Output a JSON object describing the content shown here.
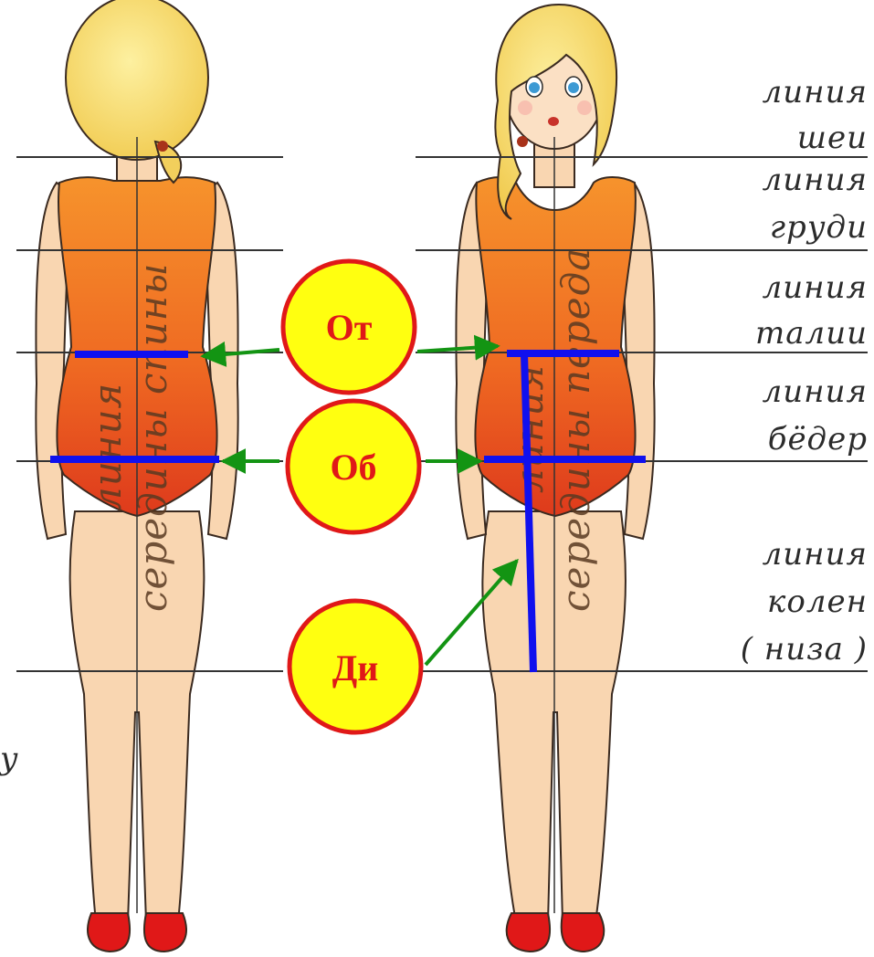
{
  "labels": {
    "neck_1": "линия",
    "neck_2": "шеи",
    "chest_1": "линия",
    "chest_2": "груди",
    "waist_1": "линия",
    "waist_2": "талии",
    "hips_1": "линия",
    "hips_2": "бёдер",
    "knees_1": "линия",
    "knees_2": "колен",
    "knees_3": "( низа )"
  },
  "vertical_labels": {
    "back_line": "линия",
    "back_center": "середины спины",
    "front_line": "линия",
    "front_center": "середины переда"
  },
  "badges": {
    "waist": "От",
    "hips": "Об",
    "length": "Ди"
  },
  "stray_mark": "у",
  "colors": {
    "guide_line": "#333333",
    "measure_bar": "#1010ee",
    "arrow": "#139413",
    "badge_fill": "#ffff10",
    "badge_border": "#e01818",
    "leotard_top": "#f58a28",
    "leotard_bottom": "#e03a1a",
    "skin": "#f9d6b1",
    "hair": "#f8e07a",
    "shoe": "#e01818"
  }
}
